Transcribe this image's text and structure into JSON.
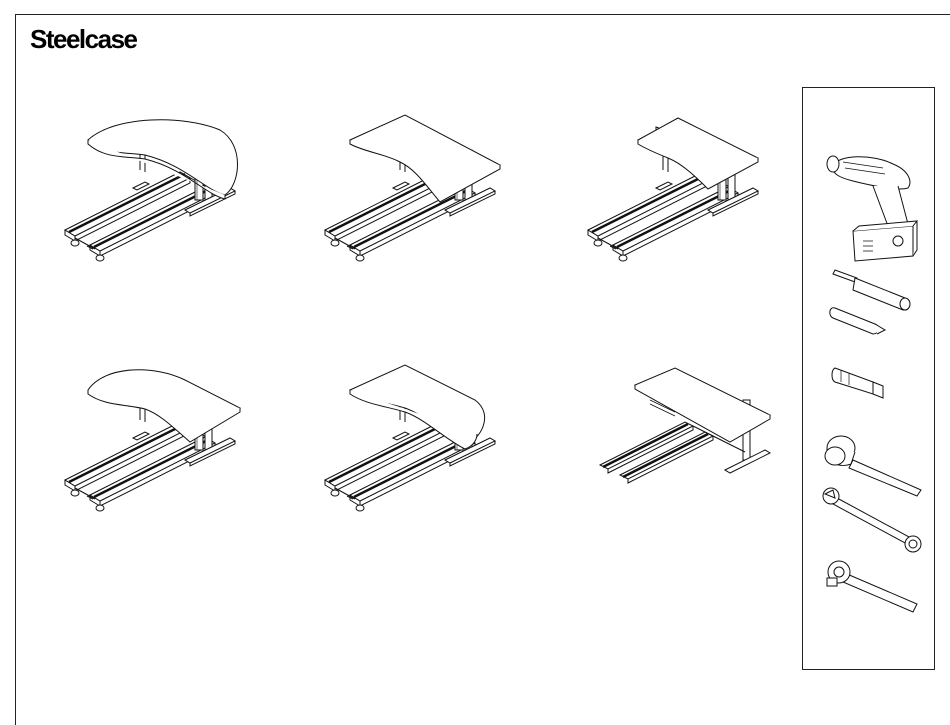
{
  "header": {
    "brand": "Steelcase"
  },
  "configurations": [
    {
      "id": "config-1",
      "top_shape": "curved-wide"
    },
    {
      "id": "config-2",
      "top_shape": "rectangular-with-cutout"
    },
    {
      "id": "config-3",
      "top_shape": "rectangular-small"
    },
    {
      "id": "config-4",
      "top_shape": "curved-left"
    },
    {
      "id": "config-5",
      "top_shape": "curved-corner"
    },
    {
      "id": "config-6",
      "top_shape": "rectangular-long"
    }
  ],
  "tools": [
    {
      "icon": "cordless-drill-icon"
    },
    {
      "icon": "screwdriver-bit-icon"
    },
    {
      "icon": "hex-bit-icon"
    },
    {
      "icon": "rubber-mallet-icon"
    },
    {
      "icon": "combination-wrench-icon"
    },
    {
      "icon": "ratchet-wrench-icon"
    }
  ]
}
